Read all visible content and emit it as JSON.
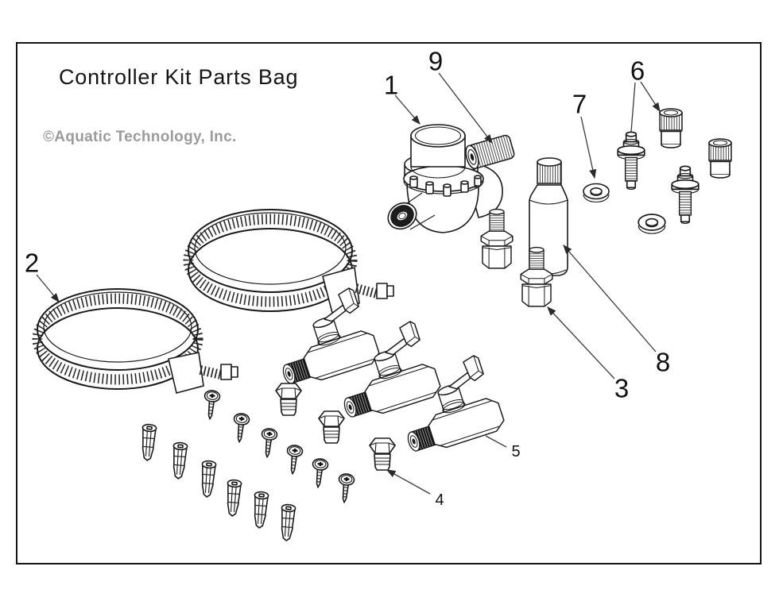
{
  "title": "Controller Kit Parts Bag",
  "watermark": "©Aquatic Technology, Inc.",
  "callouts": {
    "c1": {
      "label": "1"
    },
    "c2": {
      "label": "2"
    },
    "c3": {
      "label": "3"
    },
    "c4": {
      "label": "4"
    },
    "c5": {
      "label": "5"
    },
    "c6": {
      "label": "6"
    },
    "c7": {
      "label": "7"
    },
    "c8": {
      "label": "8"
    },
    "c9": {
      "label": "9"
    }
  },
  "colors": {
    "ink": "#1a1a1a",
    "paper": "#ffffff",
    "watermark_gray": "#9b9b9b",
    "thread_dark": "#161616"
  }
}
